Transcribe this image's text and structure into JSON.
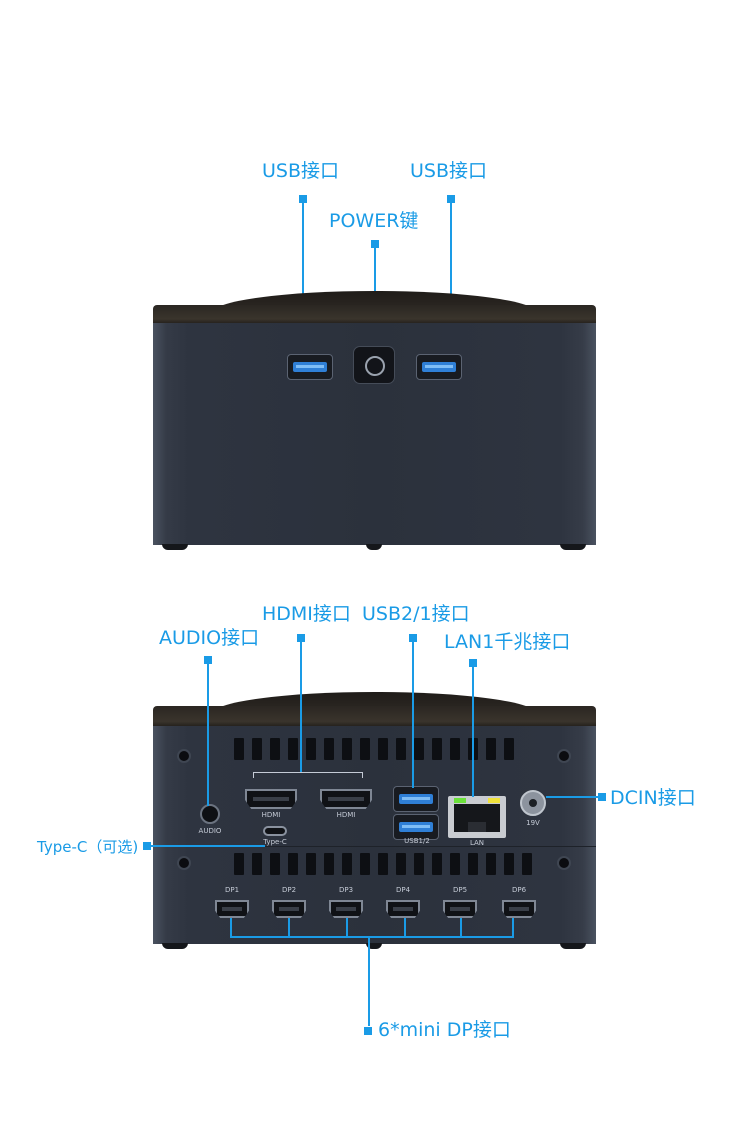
{
  "top_view": {
    "callouts": {
      "usb_left": "USB接口",
      "usb_right": "USB接口",
      "power": "POWER键"
    }
  },
  "rear_view": {
    "callouts": {
      "hdmi": "HDMI接口",
      "usb21": "USB2/1接口",
      "audio": "AUDIO接口",
      "lan": "LAN1千兆接口",
      "dcin": "DCIN接口",
      "typec": "Type-C（可选)",
      "minidp": "6*mini DP接口"
    },
    "port_labels": {
      "audio": "AUDIO",
      "hdmi1": "HDMI",
      "hdmi2": "HDMI",
      "usb": "USB1/2",
      "lan": "LAN",
      "dcin": "19V",
      "typec": "Type-C",
      "dp": [
        "DP1",
        "DP2",
        "DP3",
        "DP4",
        "DP5",
        "DP6"
      ]
    }
  },
  "colors": {
    "accent": "#1a9be6",
    "body": "#2b313c",
    "cap": "#2a2622",
    "usb_blue": "#2f7fd6"
  }
}
